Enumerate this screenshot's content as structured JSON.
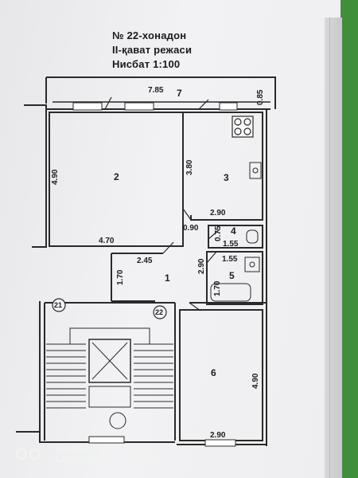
{
  "header": {
    "line1": "№ 22-хонадон",
    "line2": "II-қават режаси",
    "line3": "Нисбат 1:100"
  },
  "rooms": [
    {
      "no": "1"
    },
    {
      "no": "2"
    },
    {
      "no": "3"
    },
    {
      "no": "4"
    },
    {
      "no": "5"
    },
    {
      "no": "6"
    },
    {
      "no": "7"
    }
  ],
  "dimensions": {
    "balcony_length": "7.85",
    "balcony_depth": "0.85",
    "room2_height": "4.90",
    "room2_width": "4.70",
    "room3_height": "3.80",
    "room3_width": "2.90",
    "door_gap": "0.90",
    "wc_height": "0.75",
    "wc_width": "1.55",
    "bath_width": "1.55",
    "bath_height": "1.70",
    "hall_width": "2.45",
    "hall_height": "1.70",
    "corridor_height": "2.90",
    "room6_height": "4.90",
    "room6_width": "2.90"
  },
  "markers": {
    "a": "21",
    "b": "22"
  },
  "watermark": {
    "line1": "HUAWEI P9",
    "line2": "LEICA DUAL CAMERA"
  }
}
